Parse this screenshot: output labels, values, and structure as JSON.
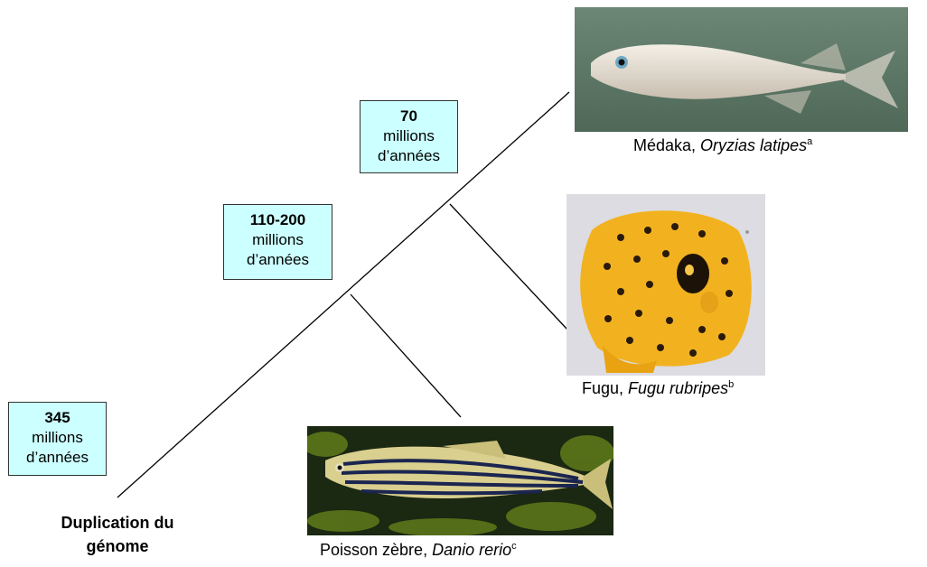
{
  "time_boxes": [
    {
      "number": "70",
      "line1": "millions",
      "line2": "d’années"
    },
    {
      "number": "110-200",
      "line1": "millions",
      "line2": "d’années"
    },
    {
      "number": "345",
      "line1": "millions",
      "line2": "d’années"
    }
  ],
  "species": {
    "medaka": {
      "common": "Médaka, ",
      "latin": "Oryzias latipes",
      "note": "a"
    },
    "fugu": {
      "common": "Fugu, ",
      "latin": "Fugu rubripes",
      "note": "b"
    },
    "zebrafish": {
      "common": "Poisson zèbre, ",
      "latin": "Danio rerio",
      "note": "c"
    }
  },
  "root_label": {
    "line1": "Duplication du",
    "line2": "génome"
  },
  "colors": {
    "box_fill": "#ccffff",
    "medaka_bg": "#5f7a6a",
    "fugu_bg": "#d8d8de",
    "zebrafish_bg": "#1d2a12"
  }
}
